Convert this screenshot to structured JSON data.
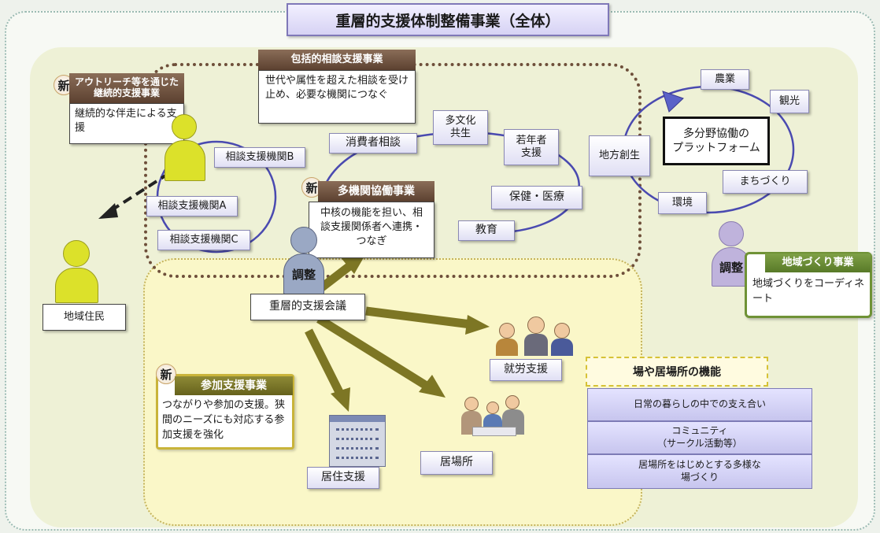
{
  "title": "重層的支援体制整備事業（全体）",
  "shin_mark": "新",
  "outreach": {
    "header": "アウトリーチ等を通じた継続的支援事業",
    "body": "継続的な伴走による支援"
  },
  "houkatsu": {
    "header": "包括的相談支援事業",
    "body": "世代や属性を超えた相談を受け止め、必要な機関につなぐ"
  },
  "agencies": {
    "a": "相談支援機関A",
    "b": "相談支援機関B",
    "c": "相談支援機関C"
  },
  "resident": "地域住民",
  "consult_fields": {
    "consumer": "消費者相談",
    "multicultural": "多文化\n共生",
    "youth": "若年者\n支援",
    "health": "保健・医療",
    "education": "教育"
  },
  "tasaki": {
    "header": "多機関協働事業",
    "body": "中核の機能を担い、相談支援関係者へ連携・つなぎ"
  },
  "adjust": "調整",
  "meeting": "重層的支援会議",
  "platform": {
    "center": "多分野協働の\nプラットフォーム",
    "agri": "農業",
    "tourism": "観光",
    "regional": "地方創生",
    "town": "まちづくり",
    "env": "環境"
  },
  "chiiki": {
    "header": "地域づくり事業",
    "body": "地域づくりをコーディネート"
  },
  "sanka": {
    "header": "参加支援事業",
    "body": "つながりや参加の支援。狭間のニーズにも対応する参加支援を強化"
  },
  "targets": {
    "employment": "就労支援",
    "housing": "居住支援",
    "ibasho": "居場所"
  },
  "functions": {
    "title": "場や居場所の機能",
    "items": [
      "日常の暮らしの中での支え合い",
      "コミュニティ\n（サークル活動等）",
      "居場所をはじめとする多様な\n場づくり"
    ]
  },
  "colors": {
    "figure_yellow": "#dce12a",
    "figure_lilac": "#bfb3dc",
    "figure_gray": "#9aa8c4",
    "arrow_olive": "#7d7624"
  }
}
